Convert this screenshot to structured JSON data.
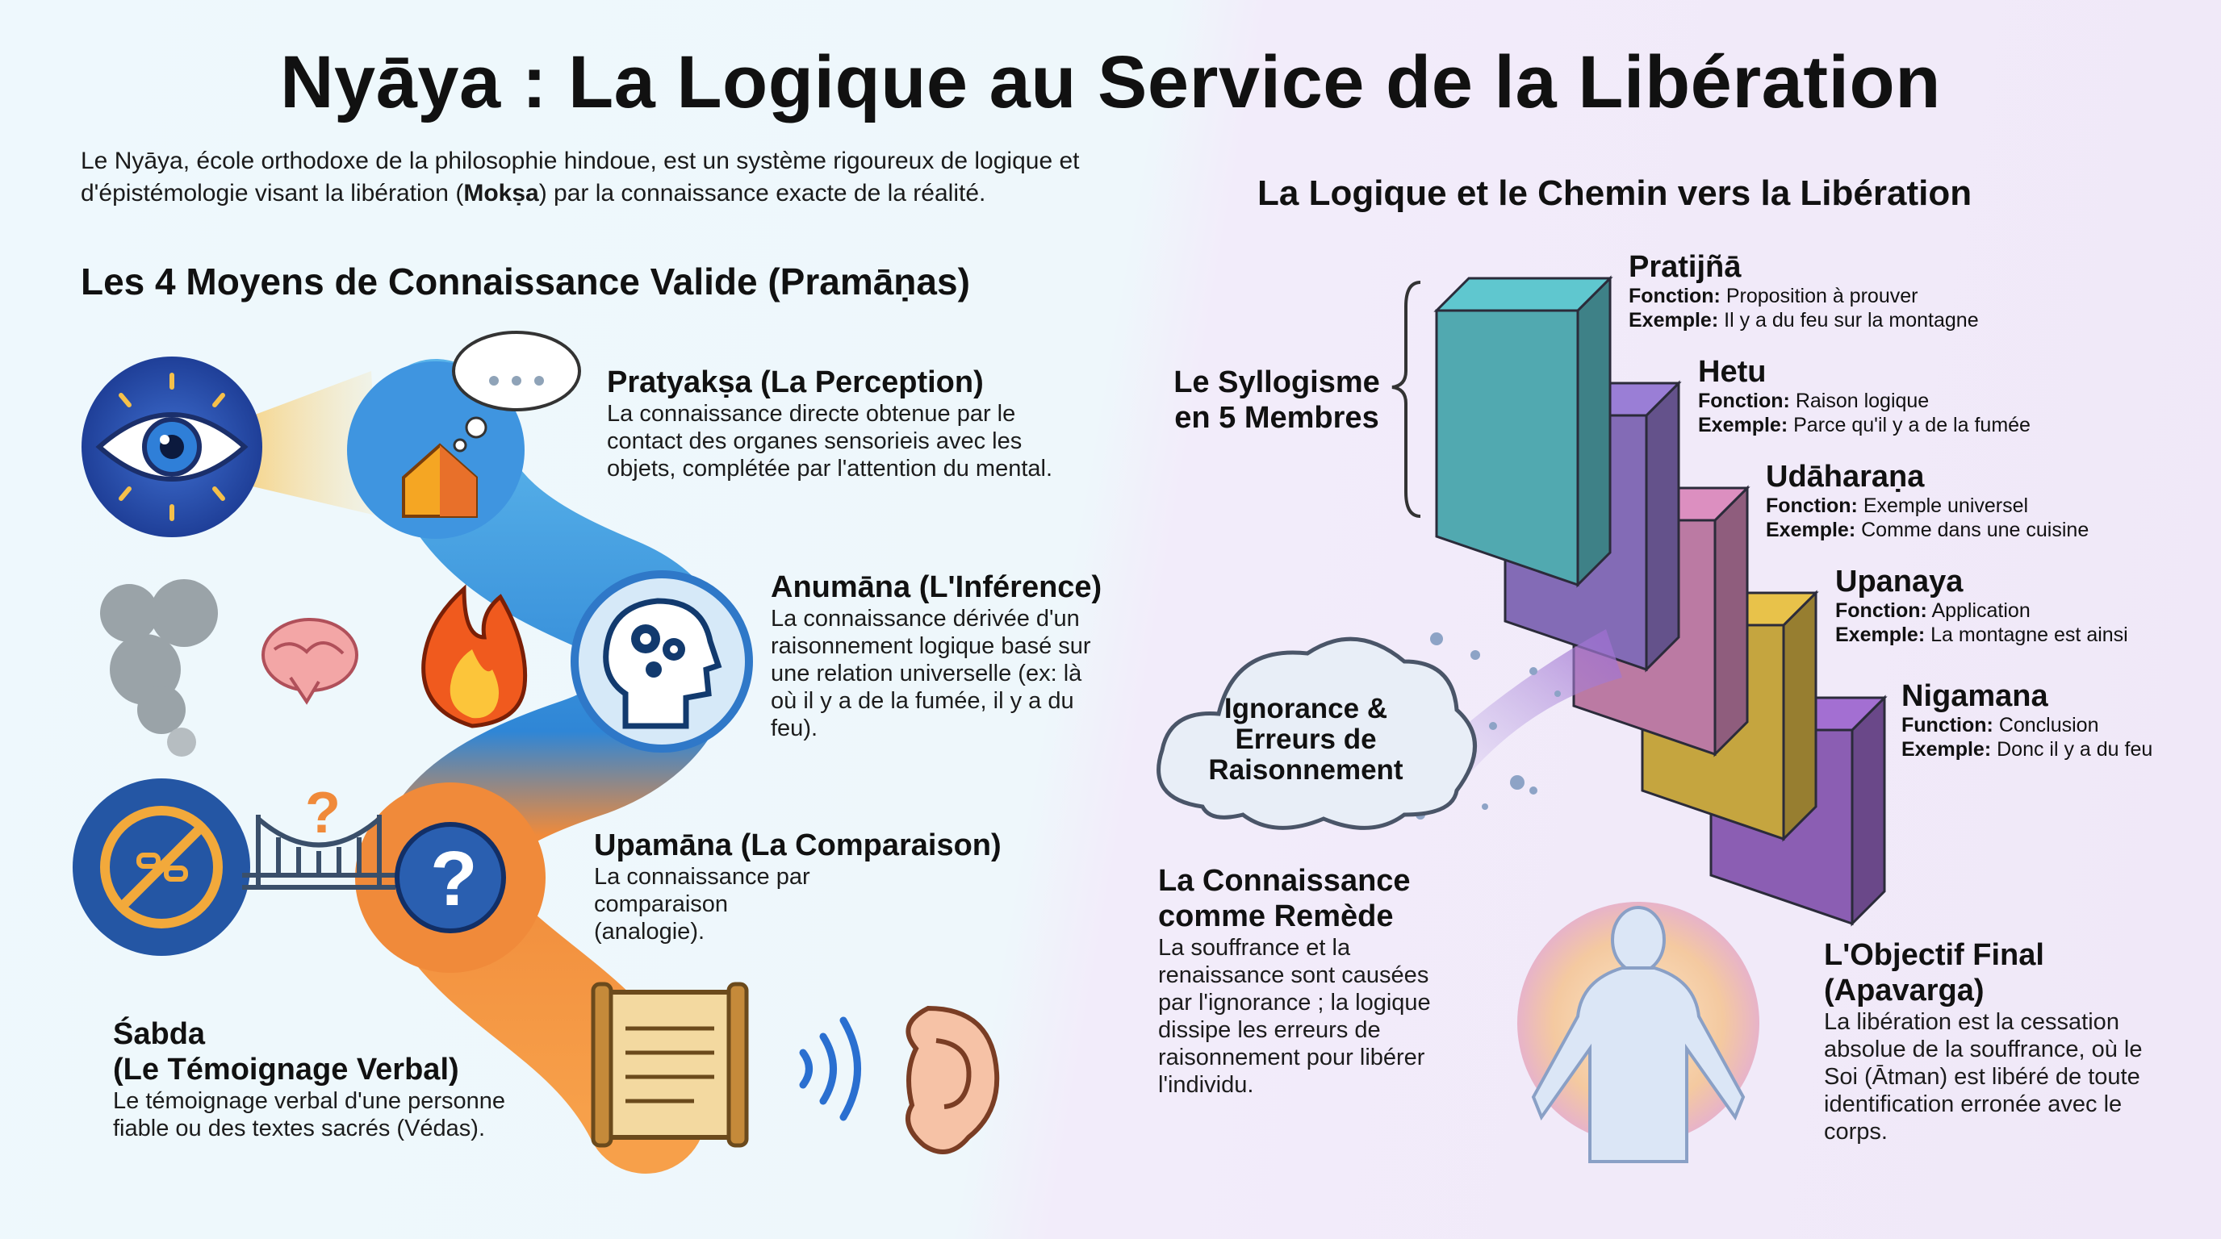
{
  "title": "Nyāya : La Logique au Service de la Libération",
  "intro": {
    "text_before": "Le Nyāya, école orthodoxe de la philosophie hindoue, est un système rigoureux de logique et d'épistémologie visant la libération (",
    "bold": "Mokṣa",
    "text_after": ") par la connaissance exacte de la réalité."
  },
  "left": {
    "heading": "Les 4 Moyens de Connaissance Valide (Pramāṇas)",
    "pramanas": [
      {
        "title": "Pratyakṣa (La Perception)",
        "desc": "La connaissance directe obtenue par le contact des organes sensorieis avec les objets, complétée par l'attention du mental."
      },
      {
        "title": "Anumāna (L'Inférence)",
        "desc": "La connaissance dérivée d'un raisonnement logique basé sur une relation universelle (ex: là où il y a de la fumée, il y a du feu)."
      },
      {
        "title": "Upamāna (La Comparaison)",
        "desc": "La connaissance par comparaison (analogie)."
      },
      {
        "title_line1": "Śabda",
        "title_line2": "(Le Témoignage Verbal)",
        "desc": "Le témoignage verbal d'une personne fiable ou des textes sacrés (Védas)."
      }
    ],
    "icons": [
      "eye-icon",
      "thought-bubble-icon",
      "house-icon",
      "smoke-icon",
      "brain-icon",
      "fire-icon",
      "head-gears-icon",
      "no-link-icon",
      "bridge-icon",
      "question-mark-icon",
      "scroll-icon",
      "sound-waves-icon",
      "ear-icon"
    ]
  },
  "right": {
    "heading": "La Logique et le Chemin vers la Libération",
    "syllogism_label_line1": "Le Syllogisme",
    "syllogism_label_line2": "en 5 Membres",
    "steps": [
      {
        "name": "Pratijñā",
        "fn_label": "Fonction:",
        "fn": "Proposition à prouver",
        "ex_label": "Exemple:",
        "ex": "Il y a du feu sur la montagne",
        "color": "#5fc7cf"
      },
      {
        "name": "Hetu",
        "fn_label": "Fonction:",
        "fn": "Raison logique",
        "ex_label": "Exemple:",
        "ex": "Parce qu'il y a de la fumée",
        "color": "#9a7ed6"
      },
      {
        "name": "Udāharaṇa",
        "fn_label": "Fonction:",
        "fn": "Exemple universel",
        "ex_label": "Exemple:",
        "ex": "Comme dans une cuisine",
        "color": "#dc8fc0"
      },
      {
        "name": "Upanaya",
        "fn_label": "Fonction:",
        "fn": "Application",
        "ex_label": "Exemple:",
        "ex": "La montagne est ainsi",
        "color": "#e8c24a"
      },
      {
        "name": "Nigamana",
        "fn_label": "Function:",
        "fn": "Conclusion",
        "ex_label": "Exemple:",
        "ex": "Donc il y a du feu",
        "color": "#a36fd2"
      }
    ],
    "cloud_line1": "Ignorance &",
    "cloud_line2": "Erreurs de",
    "cloud_line3": "Raisonnement",
    "remedy_title_line1": "La Connaissance",
    "remedy_title_line2": "comme Remède",
    "remedy_desc": "La souffrance et la renaissance sont causées par l'ignorance ; la logique dissipe les erreurs de raisonnement pour libérer l'individu.",
    "goal_title_line1": "L'Objectif Final",
    "goal_title_line2": "(Apavarga)",
    "goal_desc": "La libération est la cessation absolue de la souffrance, où le Soi (Ātman) est libéré de toute identification erronée avec le corps."
  }
}
